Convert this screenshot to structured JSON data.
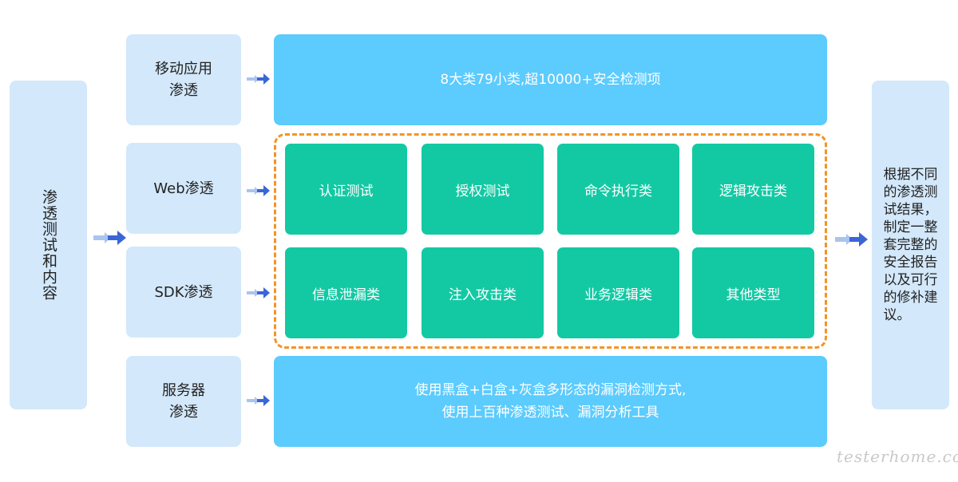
{
  "left_box": {
    "label": "渗透测试和内容"
  },
  "categories": [
    {
      "label": "移动应用\n渗透"
    },
    {
      "label": "Web渗透"
    },
    {
      "label": "SDK渗透"
    },
    {
      "label": "服务器\n渗透"
    }
  ],
  "top_banner": "8大类79小类,超10000+安全检测项",
  "tests_row1": [
    "认证测试",
    "授权测试",
    "命令执行类",
    "逻辑攻击类"
  ],
  "tests_row2": [
    "信息泄漏类",
    "注入攻击类",
    "业务逻辑类",
    "其他类型"
  ],
  "bottom_banner": "使用黑盒+白盒+灰盒多形态的漏洞检测方式,\n使用上百种渗透测试、漏洞分析工具",
  "result_box": "根据不同\n的渗透测\n试结果，\n制定一整\n套完整的\n安全报告\n以及可行\n的修补建\n议。",
  "watermark": "testerhome.com",
  "colors": {
    "light_box": "#d3e8fa",
    "blue_banner": "#5ccbfd",
    "green_tile": "#13c9a4",
    "dashed_border": "#f29426",
    "arrow": "#3a66d6"
  }
}
